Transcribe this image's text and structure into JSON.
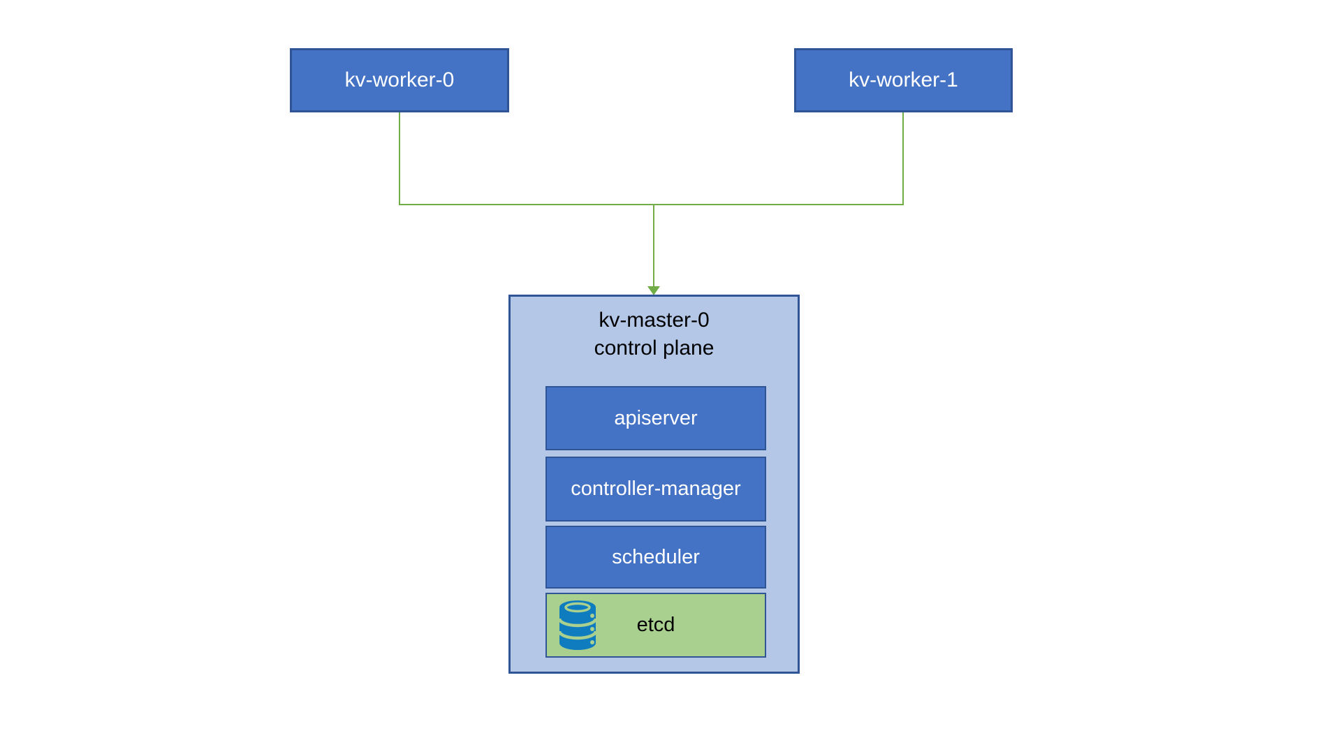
{
  "diagram": {
    "workers": [
      {
        "label": "kv-worker-0"
      },
      {
        "label": "kv-worker-1"
      }
    ],
    "master": {
      "title_line1": "kv-master-0",
      "title_line2": "control plane",
      "components": [
        {
          "label": "apiserver"
        },
        {
          "label": "controller-manager"
        },
        {
          "label": "scheduler"
        },
        {
          "label": "etcd",
          "icon": "database-icon"
        }
      ]
    },
    "connections": [
      {
        "from": "kv-worker-0",
        "to": "kv-master-0 control plane",
        "style": "green-arrow"
      },
      {
        "from": "kv-worker-1",
        "to": "kv-master-0 control plane",
        "style": "green-arrow"
      }
    ],
    "colors": {
      "node_fill": "#4472C4",
      "node_border": "#2F5597",
      "master_fill": "#B4C7E7",
      "etcd_fill": "#A9D08E",
      "connector_green": "#70AD47",
      "db_icon_blue": "#0F7CC0",
      "node_text": "#FFFFFF",
      "dark_text": "#000000",
      "background": "#FFFFFF"
    }
  }
}
